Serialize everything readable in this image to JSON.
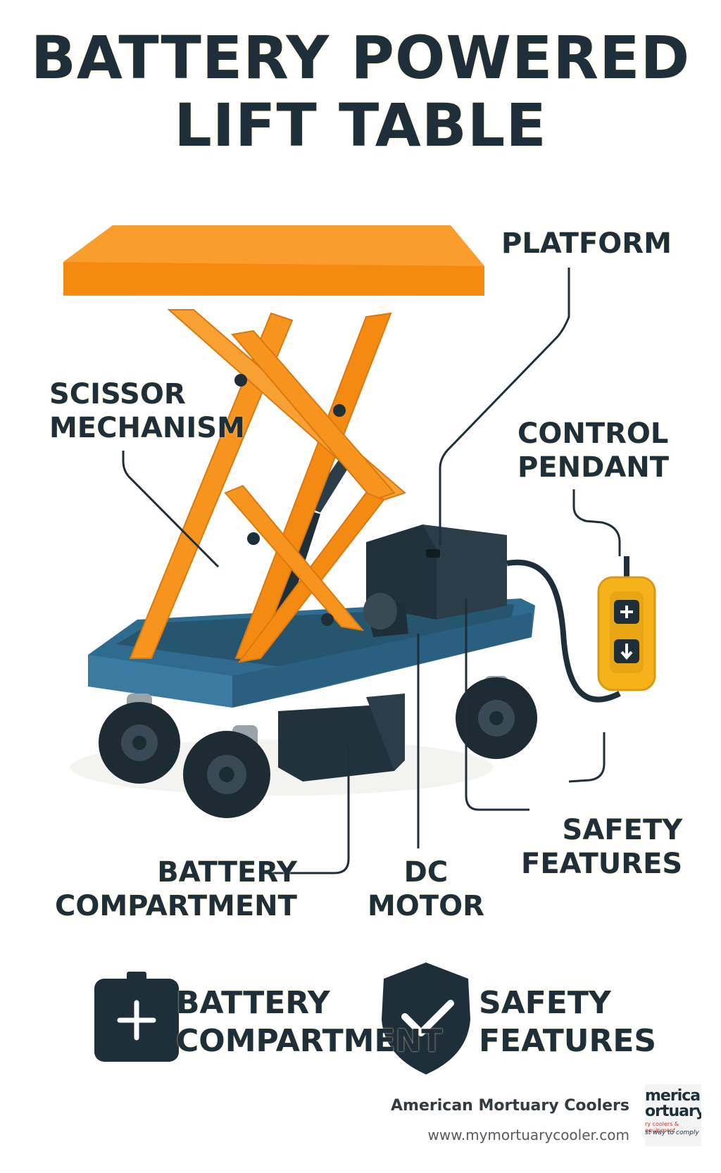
{
  "title": {
    "line1": "BATTERY POWERED",
    "line2": "LIFT TABLE"
  },
  "callouts": {
    "platform": "PLATFORM",
    "scissor": [
      "SCISSOR",
      "MECHANISM"
    ],
    "control_pendant": [
      "CONTROL",
      "PENDANT"
    ],
    "safety_features": [
      "SAFETY",
      "FEATURES"
    ],
    "battery_compartment": [
      "BATTERY",
      "COMPARTMENT"
    ],
    "dc_motor": [
      "DC",
      "MOTOR"
    ]
  },
  "legend": {
    "battery": [
      "BATTERY",
      "COMPARTMENT"
    ],
    "safety": [
      "SAFETY",
      "FEATURES"
    ]
  },
  "brand": {
    "name": "American Mortuary Coolers",
    "url": "www.mymortuarycooler.com",
    "logo_line1": "merican",
    "logo_line2": "ortuary",
    "logo_line3": "ry coolers & equipment",
    "logo_line4": "st way to comply"
  },
  "colors": {
    "orange": "#f7941d",
    "dark_navy": "#1f2f3a",
    "base_blue": "#2f6a8f",
    "pendant_yellow": "#f5b21b",
    "text_glow": "#efe3a0"
  },
  "icons": [
    "battery-icon",
    "shield-check-icon",
    "plus-icon",
    "minus-icon"
  ]
}
